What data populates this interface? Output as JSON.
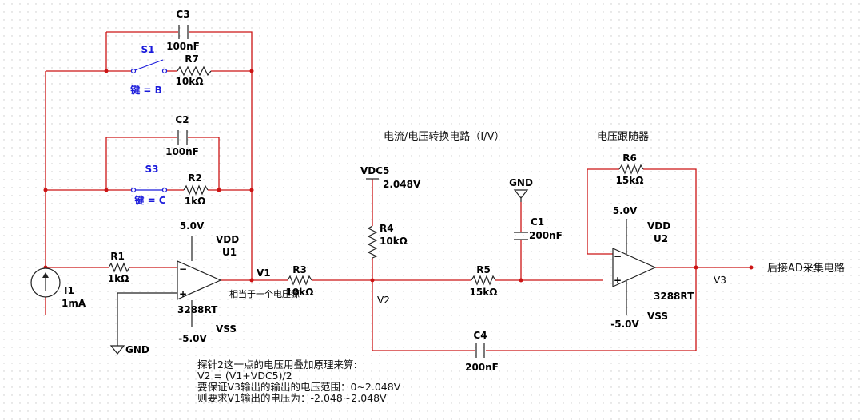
{
  "headings": {
    "iv_converter": "电流/电压转换电路（I/V）",
    "follower": "电压跟随器"
  },
  "components": {
    "c3": {
      "name": "C3",
      "value": "100nF"
    },
    "r7": {
      "name": "R7",
      "value": "10kΩ"
    },
    "s1": {
      "name": "S1",
      "key": "键 = B"
    },
    "c2": {
      "name": "C2",
      "value": "100nF"
    },
    "s3": {
      "name": "S3",
      "key": "键 = C"
    },
    "r2": {
      "name": "R2",
      "value": "1kΩ"
    },
    "r1": {
      "name": "R1",
      "value": "1kΩ"
    },
    "i1": {
      "name": "I1",
      "value": "1mA"
    },
    "u1": {
      "name": "U1",
      "model": "3288RT",
      "vdd_label": "VDD",
      "vss_label": "VSS",
      "vpos": "5.0V",
      "vneg": "-5.0V"
    },
    "r3": {
      "name": "R3",
      "value": "10kΩ"
    },
    "vdc5": {
      "name": "VDC5",
      "value": "2.048V"
    },
    "r4": {
      "name": "R4",
      "value": "10kΩ"
    },
    "r5": {
      "name": "R5",
      "value": "15kΩ"
    },
    "c1": {
      "name": "C1",
      "value": "200nF"
    },
    "c4": {
      "name": "C4",
      "value": "200nF"
    },
    "r6": {
      "name": "R6",
      "value": "15kΩ"
    },
    "u2": {
      "name": "U2",
      "model": "3288RT",
      "vdd_label": "VDD",
      "vss_label": "VSS",
      "vpos": "5.0V",
      "vneg": "-5.0V"
    }
  },
  "nets": {
    "gnd": "GND",
    "v1": "V1",
    "v2": "V2",
    "v3": "V3",
    "v1_note": "相当于一个电压源",
    "output": "后接AD采集电路"
  },
  "notes": [
    "探针2这一点的电压用叠加原理来算:",
    "V2 = (V1+VDC5)/2",
    "要保证V3输出的输出的电压范围：0~2.048V",
    "则要求V1输出的电压为：-2.048~2.048V"
  ],
  "colors": {
    "wire": "#cc1414",
    "switch": "#1a1adb",
    "grid": "#c8c8c8"
  }
}
